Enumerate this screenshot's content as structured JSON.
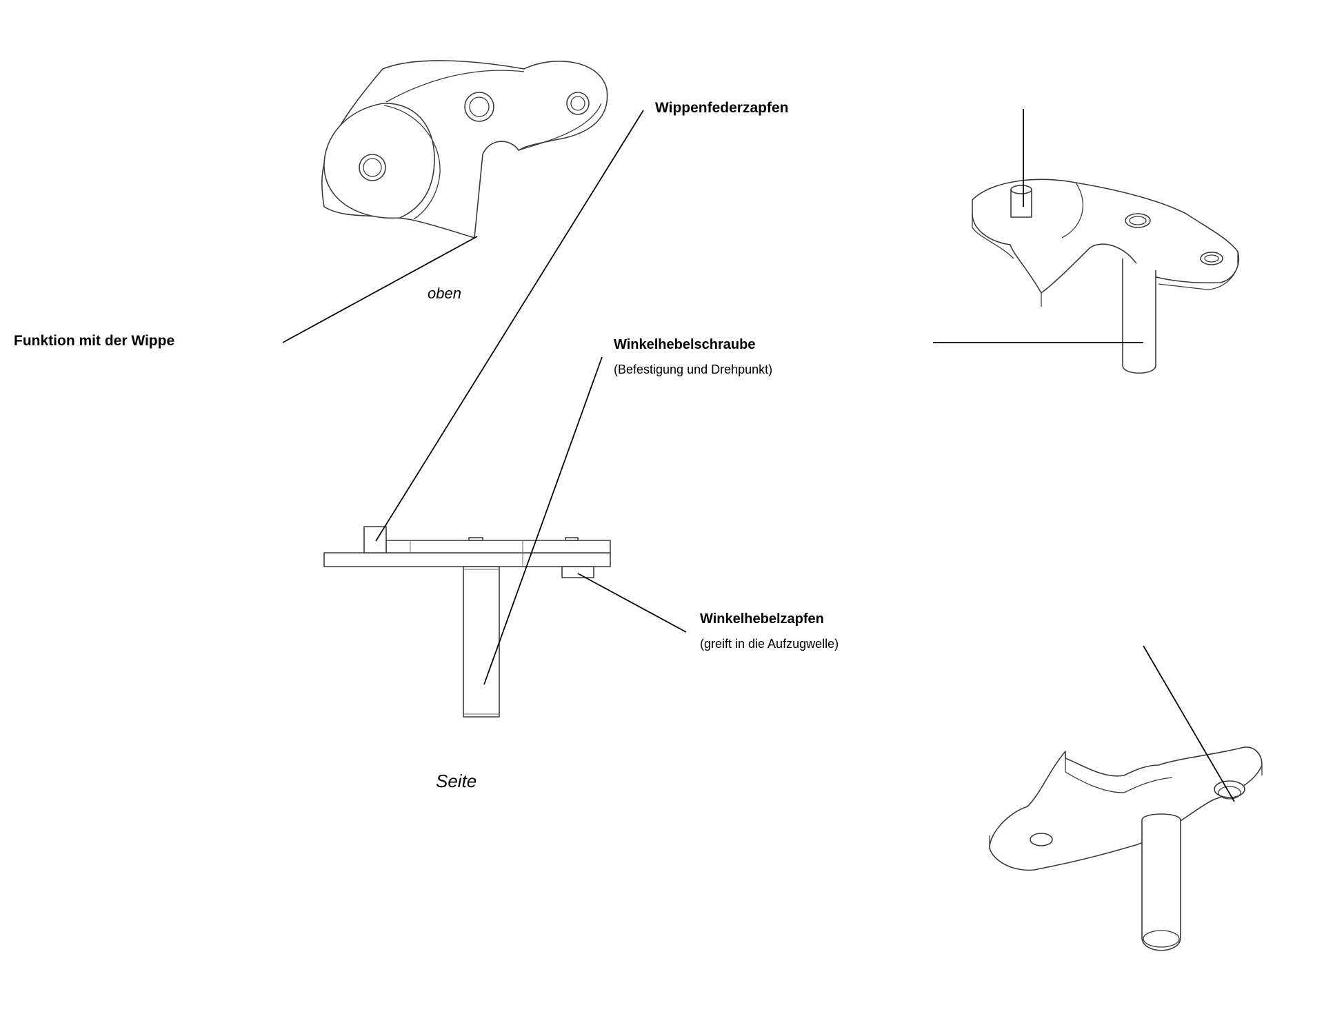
{
  "labels": {
    "wippenfederzapfen": "Wippenfederzapfen",
    "funktion": "Funktion mit der Wippe",
    "oben": "oben",
    "winkelhebelschraube": "Winkelhebelschraube",
    "befestigung": "(Befestigung und Drehpunkt)",
    "winkelhebelzapfen": "Winkelhebelzapfen",
    "aufzugwelle": "(greift in die Aufzugwelle)",
    "seite": "Seite"
  },
  "colors": {
    "line": "#000000",
    "outline": "#3a3a3a",
    "background": "#ffffff"
  }
}
